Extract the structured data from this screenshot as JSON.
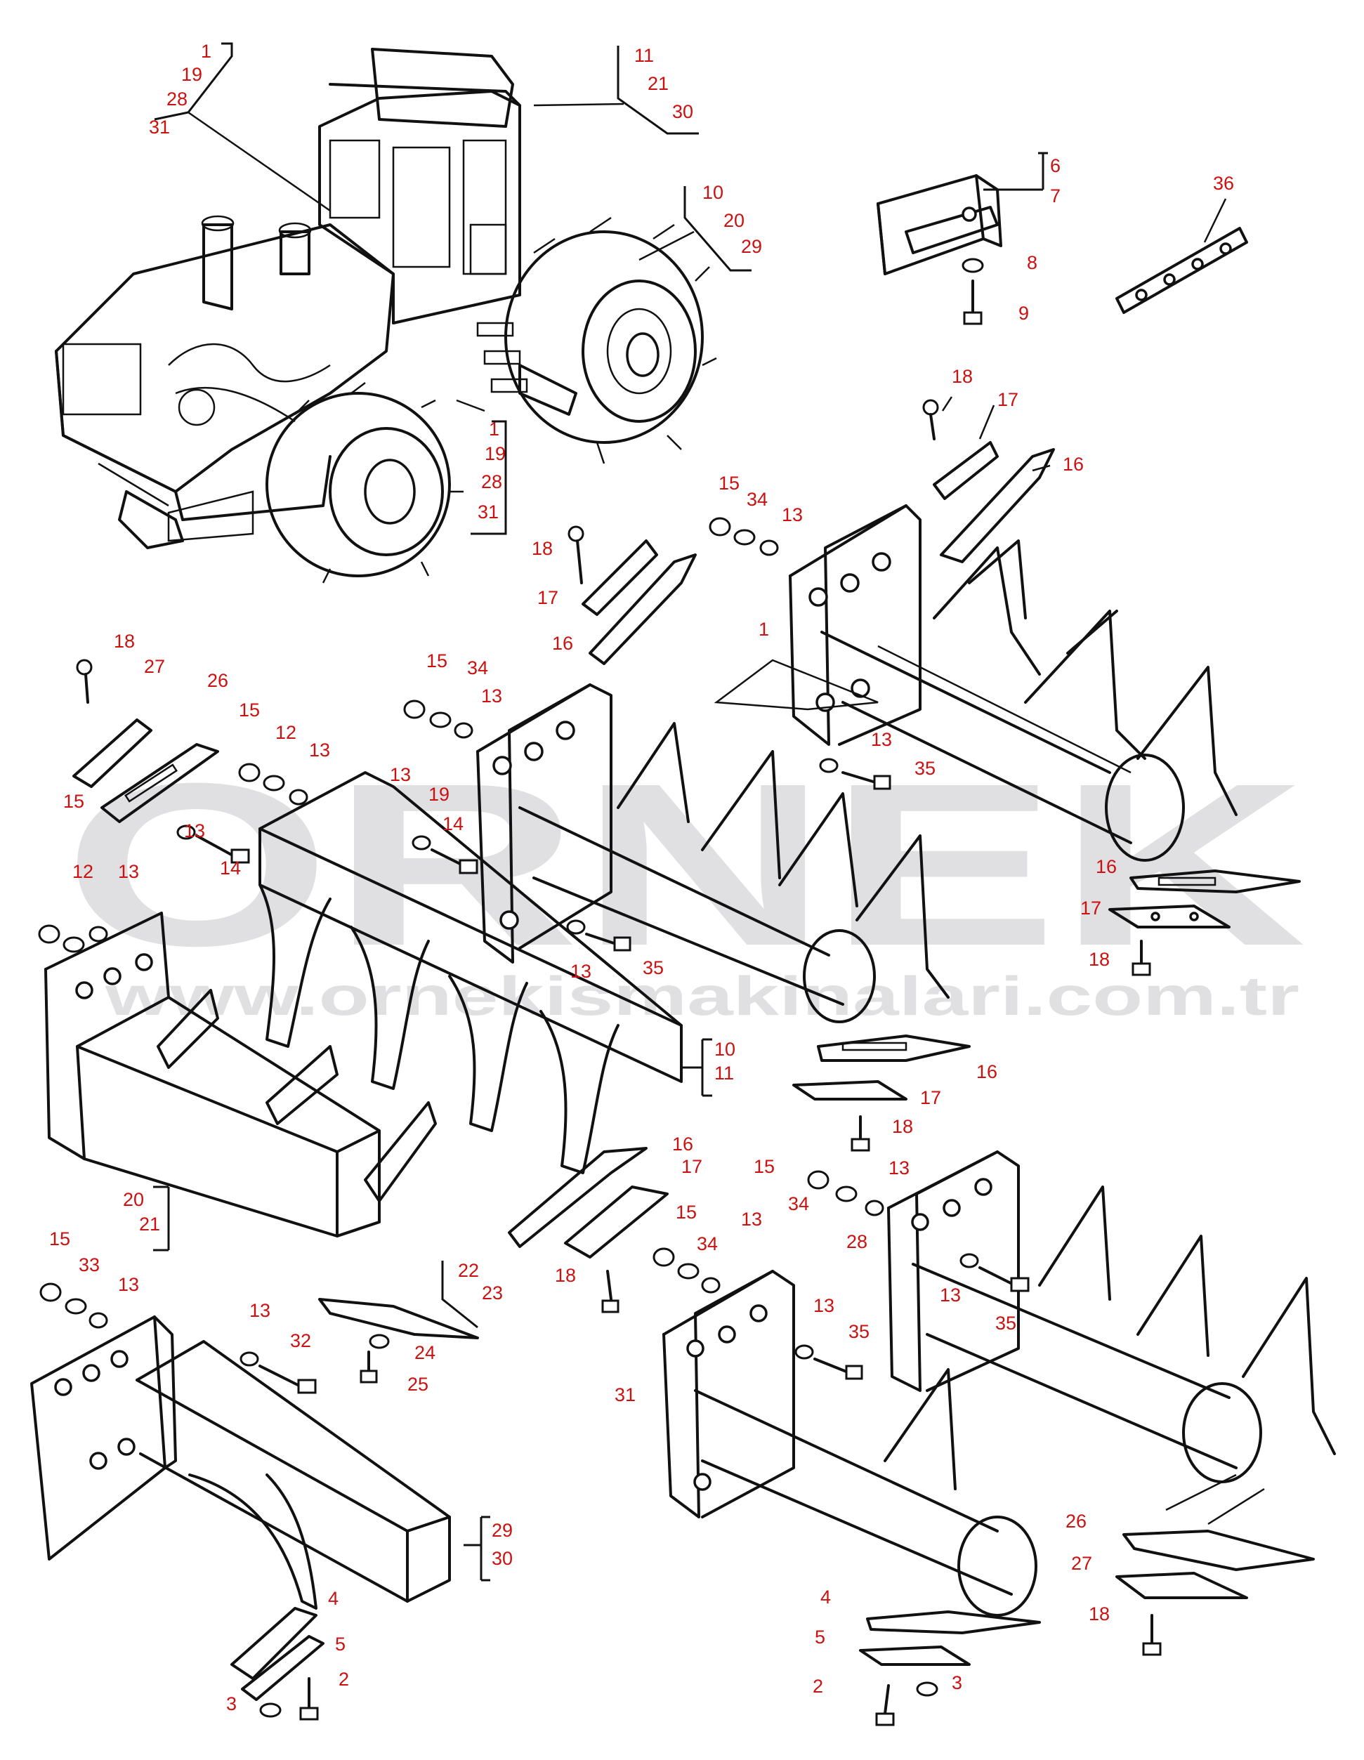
{
  "watermark": {
    "brand": "ORNEK",
    "url": "www.ornekismakinalari.com.tr",
    "color": "#c8c6cc"
  },
  "callout_color": "#cc1111",
  "callouts": [
    {
      "id": "c1",
      "text": "1"
    },
    {
      "id": "c2",
      "text": "19"
    },
    {
      "id": "c3",
      "text": "28"
    },
    {
      "id": "c4",
      "text": "31"
    },
    {
      "id": "c5",
      "text": "11"
    },
    {
      "id": "c6",
      "text": "21"
    },
    {
      "id": "c7",
      "text": "30"
    },
    {
      "id": "c8",
      "text": "10"
    },
    {
      "id": "c9",
      "text": "20"
    },
    {
      "id": "c10",
      "text": "29"
    },
    {
      "id": "c11",
      "text": "1"
    },
    {
      "id": "c12",
      "text": "19"
    },
    {
      "id": "c13",
      "text": "28"
    },
    {
      "id": "c14",
      "text": "31"
    },
    {
      "id": "c15",
      "text": "6"
    },
    {
      "id": "c16",
      "text": "7"
    },
    {
      "id": "c17",
      "text": "8"
    },
    {
      "id": "c18",
      "text": "9"
    },
    {
      "id": "c19",
      "text": "36"
    },
    {
      "id": "c20",
      "text": "18"
    },
    {
      "id": "c21",
      "text": "17"
    },
    {
      "id": "c22",
      "text": "16"
    },
    {
      "id": "c23",
      "text": "15"
    },
    {
      "id": "c24",
      "text": "34"
    },
    {
      "id": "c25",
      "text": "13"
    },
    {
      "id": "c26",
      "text": "18"
    },
    {
      "id": "c27",
      "text": "17"
    },
    {
      "id": "c28",
      "text": "16"
    },
    {
      "id": "c29",
      "text": "1"
    },
    {
      "id": "c30",
      "text": "18"
    },
    {
      "id": "c31",
      "text": "27"
    },
    {
      "id": "c32",
      "text": "26"
    },
    {
      "id": "c33",
      "text": "15"
    },
    {
      "id": "c34",
      "text": "34"
    },
    {
      "id": "c35",
      "text": "13"
    },
    {
      "id": "c36",
      "text": "15"
    },
    {
      "id": "c37",
      "text": "12"
    },
    {
      "id": "c38",
      "text": "13"
    },
    {
      "id": "c39",
      "text": "13"
    },
    {
      "id": "c40",
      "text": "35"
    },
    {
      "id": "c41",
      "text": "15"
    },
    {
      "id": "c42",
      "text": "13"
    },
    {
      "id": "c43",
      "text": "19"
    },
    {
      "id": "c44",
      "text": "14"
    },
    {
      "id": "c45",
      "text": "13"
    },
    {
      "id": "c46",
      "text": "14"
    },
    {
      "id": "c47",
      "text": "12"
    },
    {
      "id": "c48",
      "text": "13"
    },
    {
      "id": "c49",
      "text": "16"
    },
    {
      "id": "c50",
      "text": "17"
    },
    {
      "id": "c51",
      "text": "18"
    },
    {
      "id": "c52",
      "text": "13"
    },
    {
      "id": "c53",
      "text": "35"
    },
    {
      "id": "c54",
      "text": "10"
    },
    {
      "id": "c55",
      "text": "11"
    },
    {
      "id": "c56",
      "text": "16"
    },
    {
      "id": "c57",
      "text": "17"
    },
    {
      "id": "c58",
      "text": "18"
    },
    {
      "id": "c59",
      "text": "16"
    },
    {
      "id": "c60",
      "text": "17"
    },
    {
      "id": "c61",
      "text": "20"
    },
    {
      "id": "c62",
      "text": "21"
    },
    {
      "id": "c63",
      "text": "15"
    },
    {
      "id": "c64",
      "text": "34"
    },
    {
      "id": "c65",
      "text": "13"
    },
    {
      "id": "c66",
      "text": "15"
    },
    {
      "id": "c67",
      "text": "34"
    },
    {
      "id": "c68",
      "text": "13"
    },
    {
      "id": "c69",
      "text": "28"
    },
    {
      "id": "c70",
      "text": "18"
    },
    {
      "id": "c71",
      "text": "15"
    },
    {
      "id": "c72",
      "text": "33"
    },
    {
      "id": "c73",
      "text": "13"
    },
    {
      "id": "c74",
      "text": "22"
    },
    {
      "id": "c75",
      "text": "23"
    },
    {
      "id": "c76",
      "text": "24"
    },
    {
      "id": "c77",
      "text": "25"
    },
    {
      "id": "c78",
      "text": "13"
    },
    {
      "id": "c79",
      "text": "32"
    },
    {
      "id": "c80",
      "text": "13"
    },
    {
      "id": "c81",
      "text": "35"
    },
    {
      "id": "c82",
      "text": "13"
    },
    {
      "id": "c83",
      "text": "35"
    },
    {
      "id": "c84",
      "text": "31"
    },
    {
      "id": "c85",
      "text": "29"
    },
    {
      "id": "c86",
      "text": "30"
    },
    {
      "id": "c87",
      "text": "26"
    },
    {
      "id": "c88",
      "text": "27"
    },
    {
      "id": "c89",
      "text": "18"
    },
    {
      "id": "c90",
      "text": "4"
    },
    {
      "id": "c91",
      "text": "5"
    },
    {
      "id": "c92",
      "text": "2"
    },
    {
      "id": "c93",
      "text": "3"
    },
    {
      "id": "c94",
      "text": "4"
    },
    {
      "id": "c95",
      "text": "5"
    },
    {
      "id": "c96",
      "text": "2"
    },
    {
      "id": "c97",
      "text": "3"
    }
  ]
}
